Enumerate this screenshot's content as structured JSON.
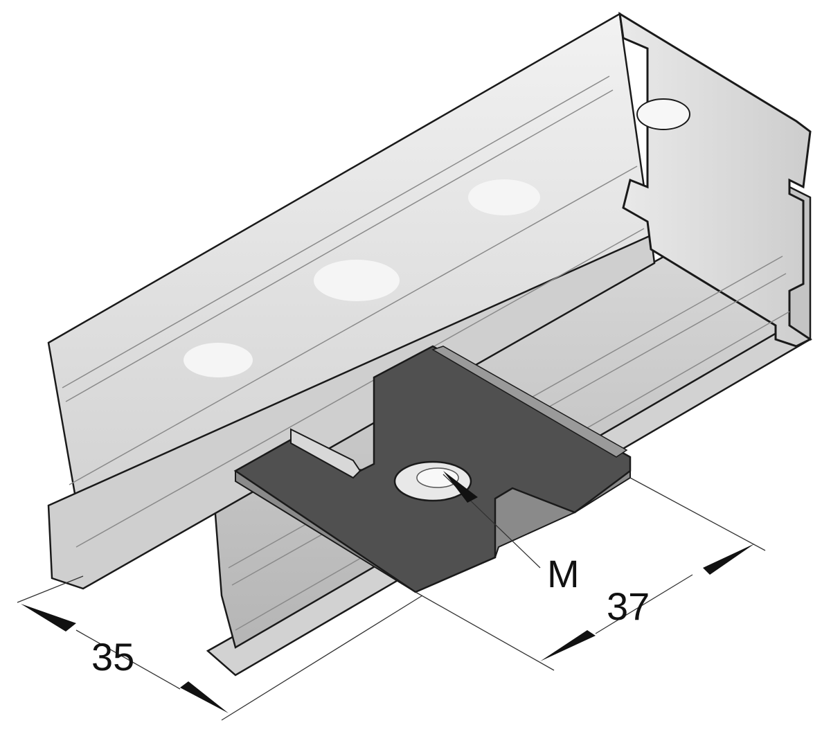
{
  "labels": {
    "width_a": "35",
    "width_b": "37",
    "thread": "M"
  },
  "colors": {
    "rail_light": "#e6e6e6",
    "rail_mid": "#c9c9c9",
    "rail_dark": "#a9a9a9",
    "outline": "#1a1a1a",
    "plate": "#505050",
    "plate_edge": "#8a8a8a",
    "highlight": "#f7f7f7"
  }
}
